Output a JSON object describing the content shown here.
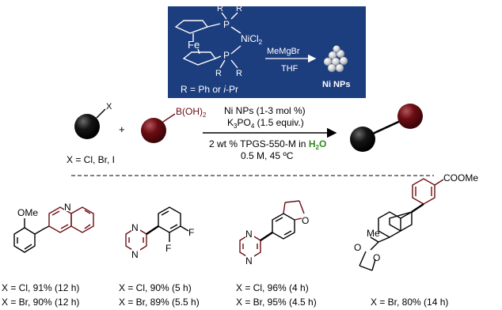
{
  "catalyst_box": {
    "metal": "Fe",
    "p_label": "P",
    "r_label": "R",
    "nicl_label": "NiCl",
    "nicl_sub": "2",
    "reagent": "MeMgBr",
    "solvent": "THF",
    "product": "Ni NPs",
    "r_definition_prefix": "R = Ph or ",
    "r_definition_italic": "i",
    "r_definition_suffix": "-Pr"
  },
  "reaction": {
    "x_label": "X",
    "plus": "+",
    "boronic_prefix": "B(OH)",
    "boronic_sub": "2",
    "x_scope": "X = Cl, Br, I",
    "conditions": {
      "line1": "Ni NPs (1-3 mol %)",
      "line2_prefix": "K",
      "line2_sub1": "3",
      "line2_mid": "PO",
      "line2_sub2": "4",
      "line2_suffix": " (1.5 equiv.)",
      "line3_prefix": "2 wt % TPGS-550-M in ",
      "line3_water_h": "H",
      "line3_water_sub": "2",
      "line3_water_o": "O",
      "line4": "0.5 M, 45 ºC"
    }
  },
  "products": [
    {
      "atom_labels": [
        "OMe",
        "N"
      ],
      "yields": [
        "X = Cl, 91% (12 h)",
        "X = Br, 90% (12 h)"
      ]
    },
    {
      "atom_labels": [
        "N",
        "N",
        "F",
        "F"
      ],
      "yields": [
        "X = Cl, 90% (5 h)",
        "X = Br, 89% (5.5 h)"
      ]
    },
    {
      "atom_labels": [
        "N",
        "N",
        "O"
      ],
      "yields": [
        "X = Cl, 96% (4 h)",
        "X = Br, 95% (4.5 h)"
      ]
    },
    {
      "atom_labels": [
        "COOMe",
        "Me",
        "O",
        "O"
      ],
      "yields": [
        "X = Br, 80% (14 h)"
      ]
    }
  ],
  "colors": {
    "box_bg": "#1c3d7e",
    "dark_red": "#6b0d12",
    "ball_black": "#0b0b0b",
    "water_green": "#2e8b1e"
  }
}
